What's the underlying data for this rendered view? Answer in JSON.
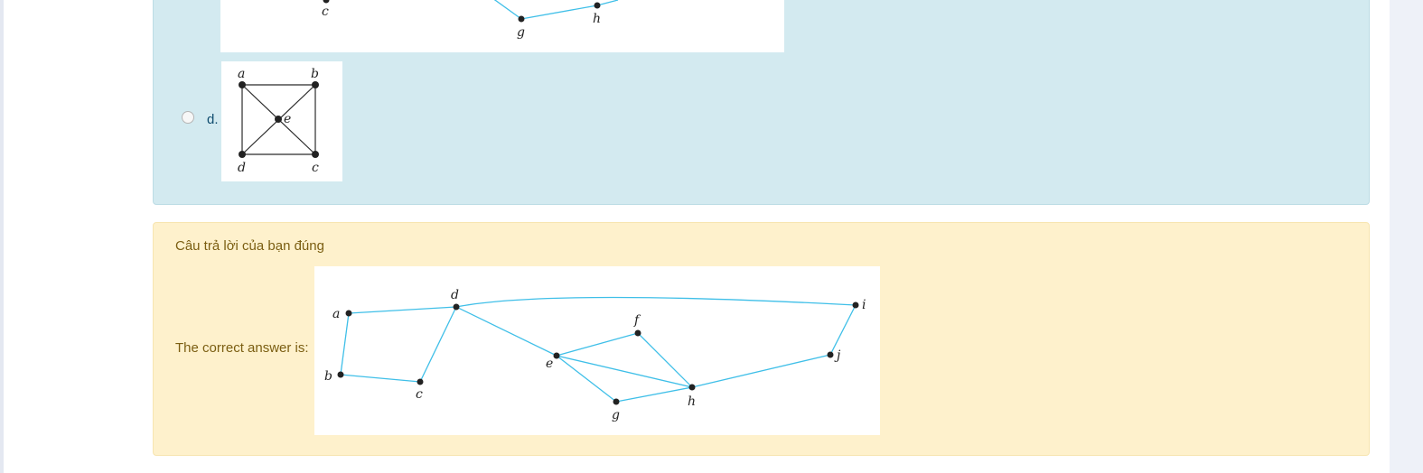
{
  "question": {
    "option_d": {
      "label": "d."
    },
    "graph_c_partial": {
      "labels": {
        "c": "c",
        "g": "g",
        "h": "h"
      }
    },
    "graph_d": {
      "labels": {
        "a": "a",
        "b": "b",
        "c": "c",
        "d": "d",
        "e": "e"
      }
    }
  },
  "feedback": {
    "result_text": "Câu trả lời của bạn đúng",
    "correct_answer_label": "The correct answer is:",
    "graph": {
      "labels": {
        "a": "a",
        "b": "b",
        "c": "c",
        "d": "d",
        "e": "e",
        "f": "f",
        "g": "g",
        "h": "h",
        "i": "i",
        "j": "j"
      }
    }
  },
  "colors": {
    "edge_blue": "#3fbfe8",
    "edge_black": "#2b2b2b",
    "feedback_text": "#7b5e12",
    "option_text": "#0f4c6e"
  }
}
